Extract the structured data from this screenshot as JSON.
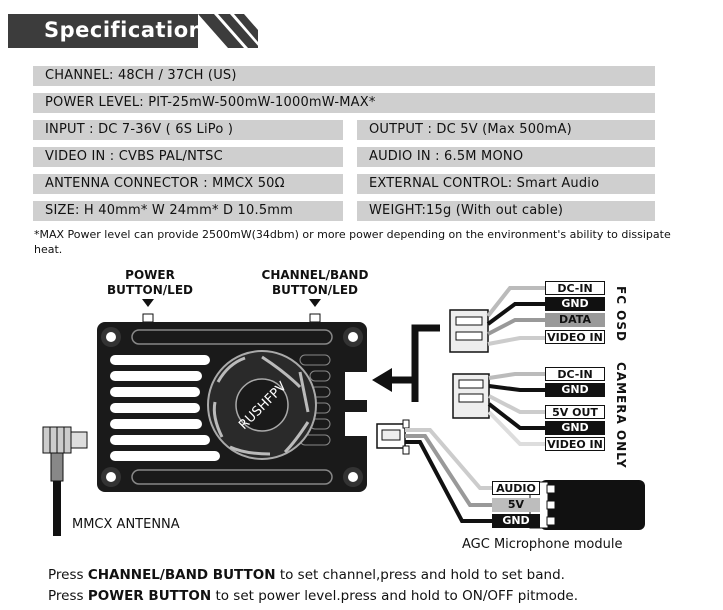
{
  "header": {
    "title": "Specification"
  },
  "specs": {
    "channel": "CHANNEL: 48CH / 37CH (US)",
    "power_level": "POWER LEVEL: PIT-25mW-500mW-1000mW-MAX*",
    "input": "INPUT : DC 7-36V ( 6S LiPo )",
    "output": "OUTPUT : DC 5V  (Max 500mA)",
    "video_in": "VIDEO IN : CVBS PAL/NTSC",
    "audio_in": "AUDIO IN : 6.5M MONO",
    "antenna": "ANTENNA CONNECTOR : MMCX  50Ω",
    "external": "EXTERNAL CONTROL: Smart Audio",
    "size": "SIZE: H 40mm* W 24mm* D 10.5mm",
    "weight": "WEIGHT:15g (With out cable)"
  },
  "note": "*MAX Power level can provide 2500mW(34dbm) or more power depending on the environment's ability to dissipate heat.",
  "diagram": {
    "power_button_label": [
      "POWER",
      "BUTTON/LED"
    ],
    "channel_button_label": [
      "CHANNEL/BAND",
      "BUTTON/LED"
    ],
    "fan_text": "RUSHFPV",
    "fc_osd_label": "FC OSD",
    "camera_label": "CAMERA ONLY",
    "fc_pins": [
      "DC-IN",
      "GND",
      "DATA",
      "VIDEO IN"
    ],
    "camera_pins": [
      "DC-IN",
      "GND",
      "5V OUT",
      "GND",
      "VIDEO IN"
    ],
    "mic_pins": [
      "AUDIO",
      "5V",
      "GND"
    ],
    "antenna_label": "MMCX ANTENNA",
    "mic_label": "AGC Microphone module"
  },
  "instructions": {
    "line1_pre": "Press ",
    "line1_bold": "CHANNEL/BAND BUTTON",
    "line1_post": " to set channel,press and hold to set band.",
    "line2_pre": "Press ",
    "line2_bold": "POWER BUTTON",
    "line2_post": " to set power level.press and hold to ON/OFF pitmode."
  },
  "colors": {
    "banner": "#3c3c3c",
    "row": "#cfcfcf",
    "device": "#1a1a1a"
  }
}
